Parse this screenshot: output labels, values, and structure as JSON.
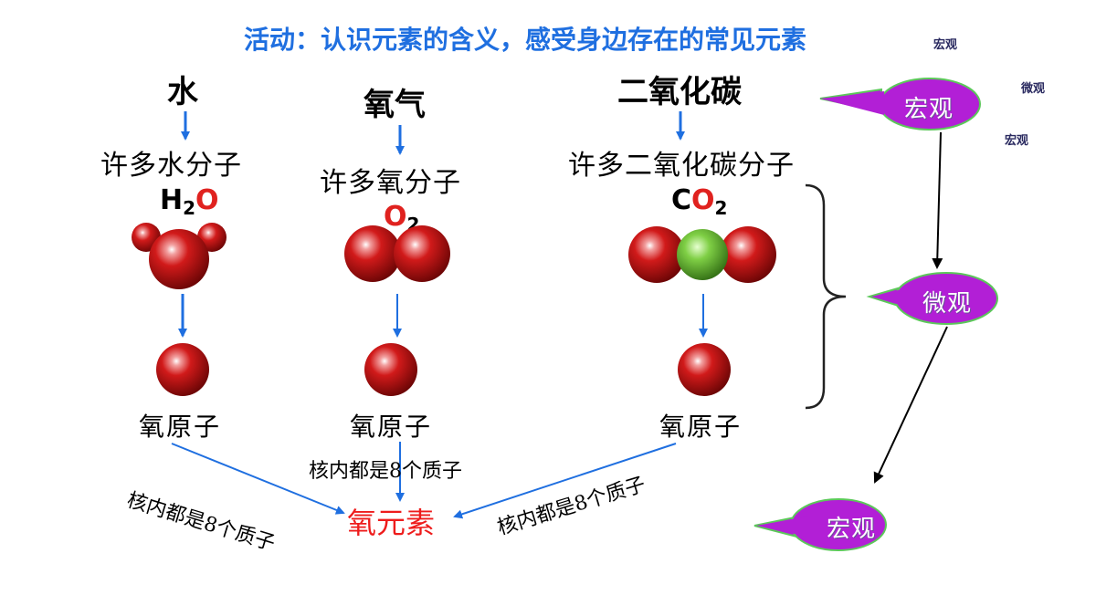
{
  "title": "活动：认识元素的含义，感受身边存在的常见元素",
  "columns": [
    {
      "substance": "水",
      "molecules": "许多水分子",
      "formula_main": "H",
      "formula_sub": "2",
      "formula_tail": "O",
      "atom": "氧原子"
    },
    {
      "substance": "氧气",
      "molecules": "许多氧分子",
      "formula_main": "O",
      "formula_sub": "2",
      "atom": "氧原子"
    },
    {
      "substance": "二氧化碳",
      "molecules": "许多二氧化碳分子",
      "formula_main": "C",
      "formula_mid": "O",
      "formula_sub": "2",
      "atom": "氧原子"
    }
  ],
  "protons_label": "核内都是8个质子",
  "element": "氧元素",
  "bubbles": {
    "macro_top": "宏观",
    "micro": "微观",
    "macro_bottom": "宏观"
  },
  "faint_labels": [
    "宏观",
    "微观",
    "宏观"
  ],
  "colors": {
    "title": "#1f6fe0",
    "arrow": "#1f6fe0",
    "oxygen": "#d11a1a",
    "carbon": "#6bbf3a",
    "bubble": "#b21fd6",
    "element": "#ee1c1c"
  }
}
